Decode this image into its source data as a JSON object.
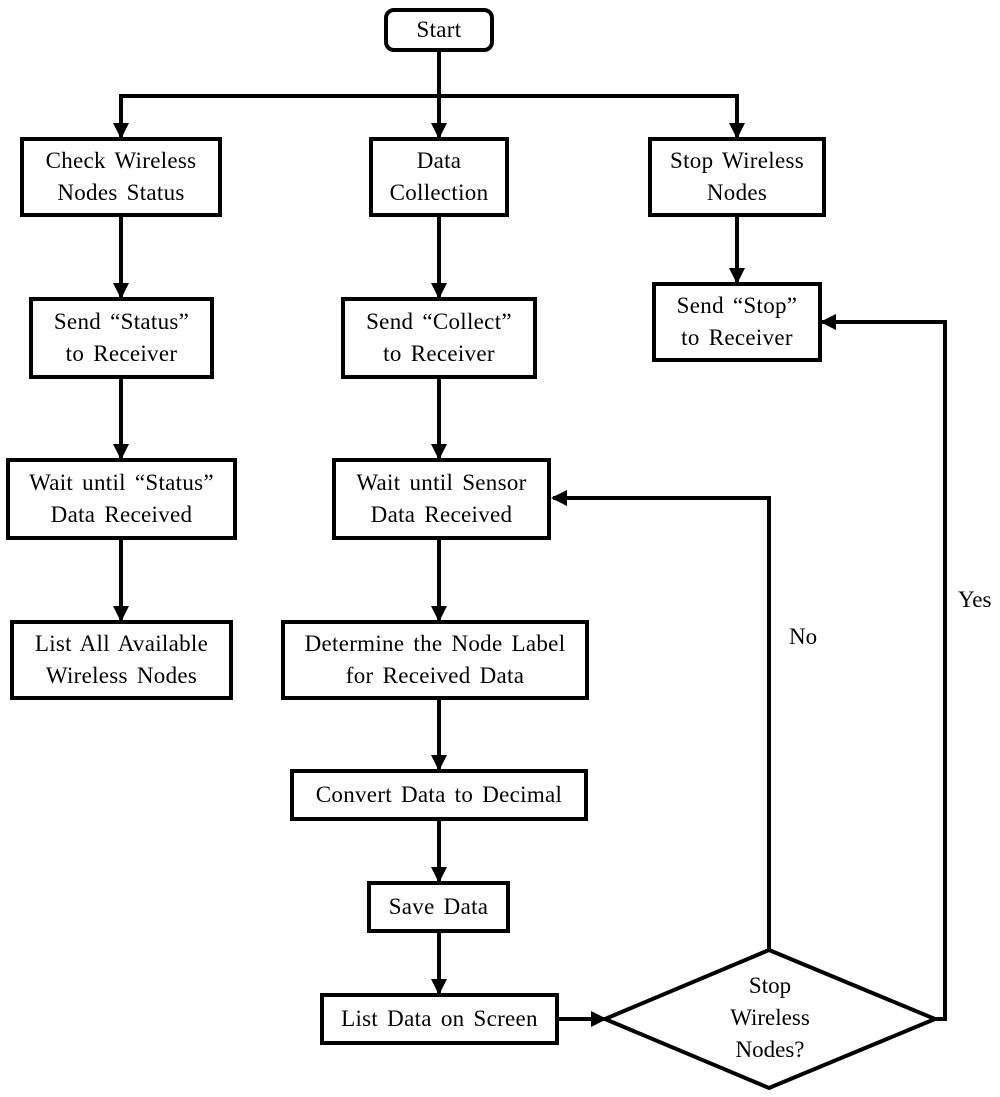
{
  "nodes": {
    "start": "Start",
    "check_status": [
      "Check Wireless",
      "Nodes Status"
    ],
    "data_collection": [
      "Data",
      "Collection"
    ],
    "stop_nodes": [
      "Stop Wireless",
      "Nodes"
    ],
    "send_status": [
      "Send “Status”",
      "to Receiver"
    ],
    "send_collect": [
      "Send “Collect”",
      "to Receiver"
    ],
    "send_stop": [
      "Send “Stop”",
      "to Receiver"
    ],
    "wait_status": [
      "Wait until “Status”",
      "Data Received"
    ],
    "wait_sensor": [
      "Wait until Sensor",
      "Data Received"
    ],
    "list_nodes": [
      "List All Available",
      "Wireless Nodes"
    ],
    "determine_label": [
      "Determine the Node Label",
      "for Received Data"
    ],
    "convert": "Convert Data to Decimal",
    "save": "Save Data",
    "list_screen": "List Data on Screen",
    "decision": [
      "Stop",
      "Wireless",
      "Nodes?"
    ]
  },
  "edge_labels": {
    "no": "No",
    "yes": "Yes"
  }
}
